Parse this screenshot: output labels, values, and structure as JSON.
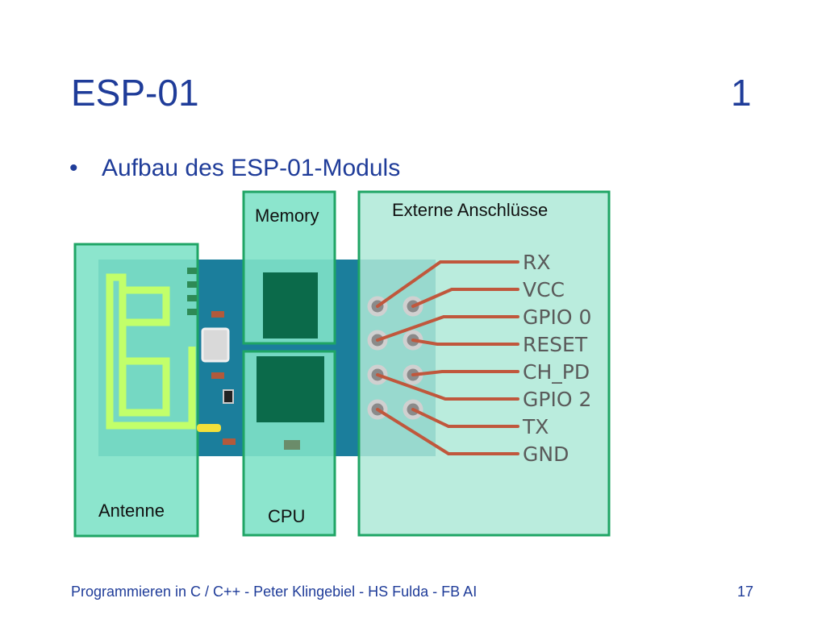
{
  "slide": {
    "title": "ESP-01",
    "slide_number": "1",
    "bullet": "Aufbau des ESP-01-Moduls",
    "bullet_marker": "•"
  },
  "diagram": {
    "labels": {
      "memory": "Memory",
      "external": "Externe Anschlüsse",
      "antenna": "Antenne",
      "cpu": "CPU"
    },
    "pins": [
      "RX",
      "VCC",
      "GPIO 0",
      "RESET",
      "CH_PD",
      "GPIO 2",
      "TX",
      "GND"
    ],
    "colors": {
      "board": "#1b7e9c",
      "highlight_fill": "#80e2c8",
      "highlight_border": "#1fa565",
      "chip": "#0b6a4a",
      "trace": "#c2ff6a",
      "pin_line": "#c0573c",
      "pin_text": "#5a5a5a"
    }
  },
  "footer": {
    "text": "Programmieren in C / C++ - Peter Klingebiel - HS Fulda - FB AI",
    "page": "17"
  }
}
